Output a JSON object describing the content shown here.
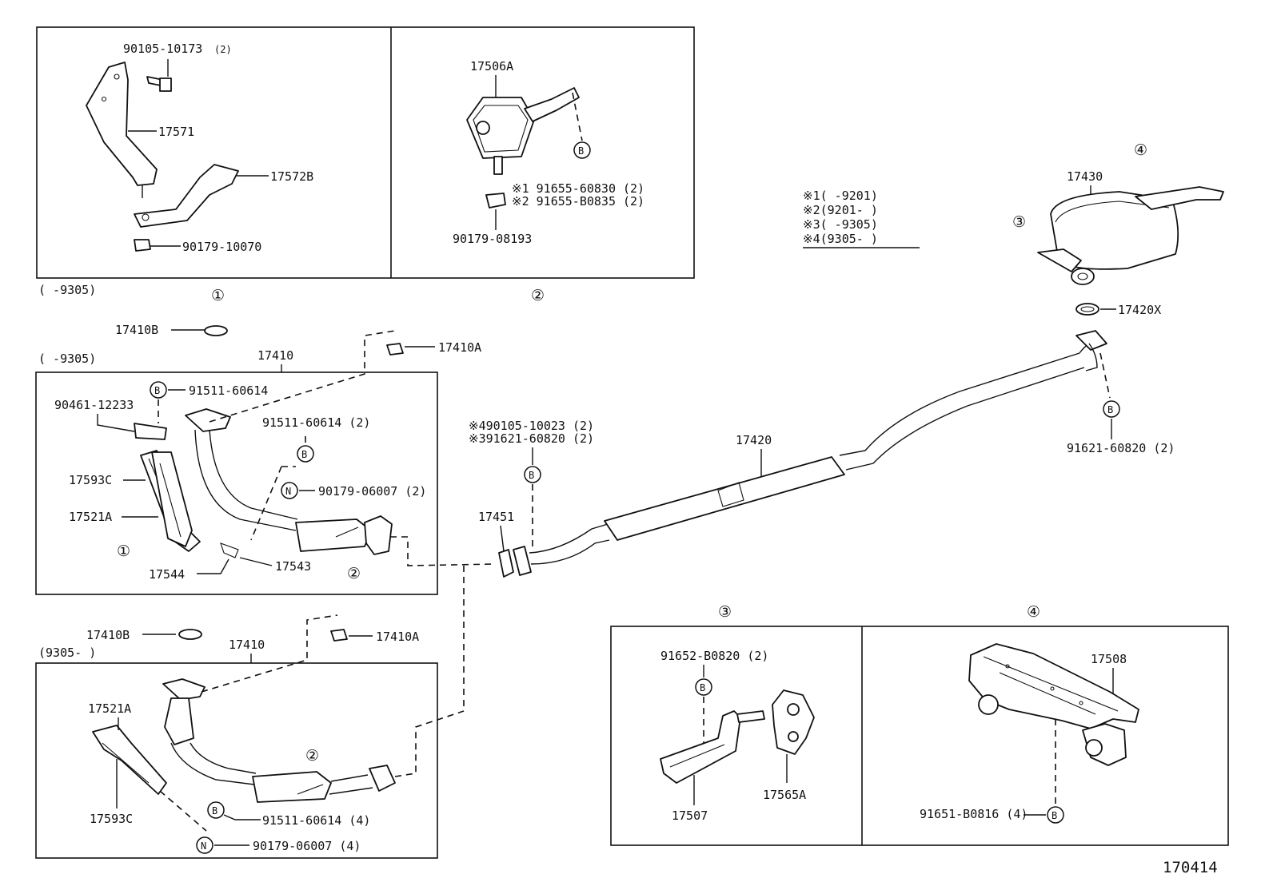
{
  "diagram": {
    "drawing_no": "170414",
    "boxes": {
      "b1": {
        "marker": "①",
        "range_note": "(      -9305)"
      },
      "b2": {
        "marker": "②"
      },
      "b3": {
        "marker": "③"
      },
      "b4": {
        "marker": "④"
      }
    },
    "section_a": {
      "range_note": "(      -9305)"
    },
    "section_b": {
      "range_note": "(9305-      )"
    },
    "legend": {
      "l1": "※1(      -9201)",
      "l2": "※2(9201-      )",
      "l3": "※3(      -9305)",
      "l4": "※4(9305-      )"
    },
    "circle_b": "B",
    "circle_n": "N",
    "parts": {
      "p90105_10173": "90105-10173",
      "p90105_10173_q": "(2)",
      "p17571": "17571",
      "p17572B": "17572B",
      "p90179_10070": "90179-10070",
      "p17506A": "17506A",
      "p91655_60830": "※1  91655-60830 (2)",
      "p91655_B0835": "※2  91655-B0835 (2)",
      "p90179_08193": "90179-08193",
      "p17430": "17430",
      "p17420X": "17420X",
      "a_17410B": "17410B",
      "a_17410": "17410",
      "a_17410A": "17410A",
      "a_91511_60614": "91511-60614",
      "a_90461_12233": "90461-12233",
      "a_91511_60614_2": "91511-60614 (2)",
      "a_90179_06007": "90179-06007 (2)",
      "a_17593C": "17593C",
      "a_17521A": "17521A",
      "a_17544": "17544",
      "a_17543": "17543",
      "p90105_10023": "※490105-10023 (2)",
      "p91621_60820a": "※391621-60820 (2)",
      "p17451": "17451",
      "p17420": "17420",
      "p91621_60820b": "91621-60820 (2)",
      "b_17410B": "17410B",
      "b_17410": "17410",
      "b_17410A": "17410A",
      "b_17521A": "17521A",
      "b_17593C": "17593C",
      "b_91511_60614": "91511-60614 (4)",
      "b_90179_06007": "90179-06007 (4)",
      "p91652_B0820": "91652-B0820 (2)",
      "p17507": "17507",
      "p17565A": "17565A",
      "p17508": "17508",
      "p91651_B0816": "91651-B0816 (4)"
    },
    "callouts": {
      "c1": "①",
      "c2": "②",
      "c3": "③",
      "c4": "④"
    }
  }
}
